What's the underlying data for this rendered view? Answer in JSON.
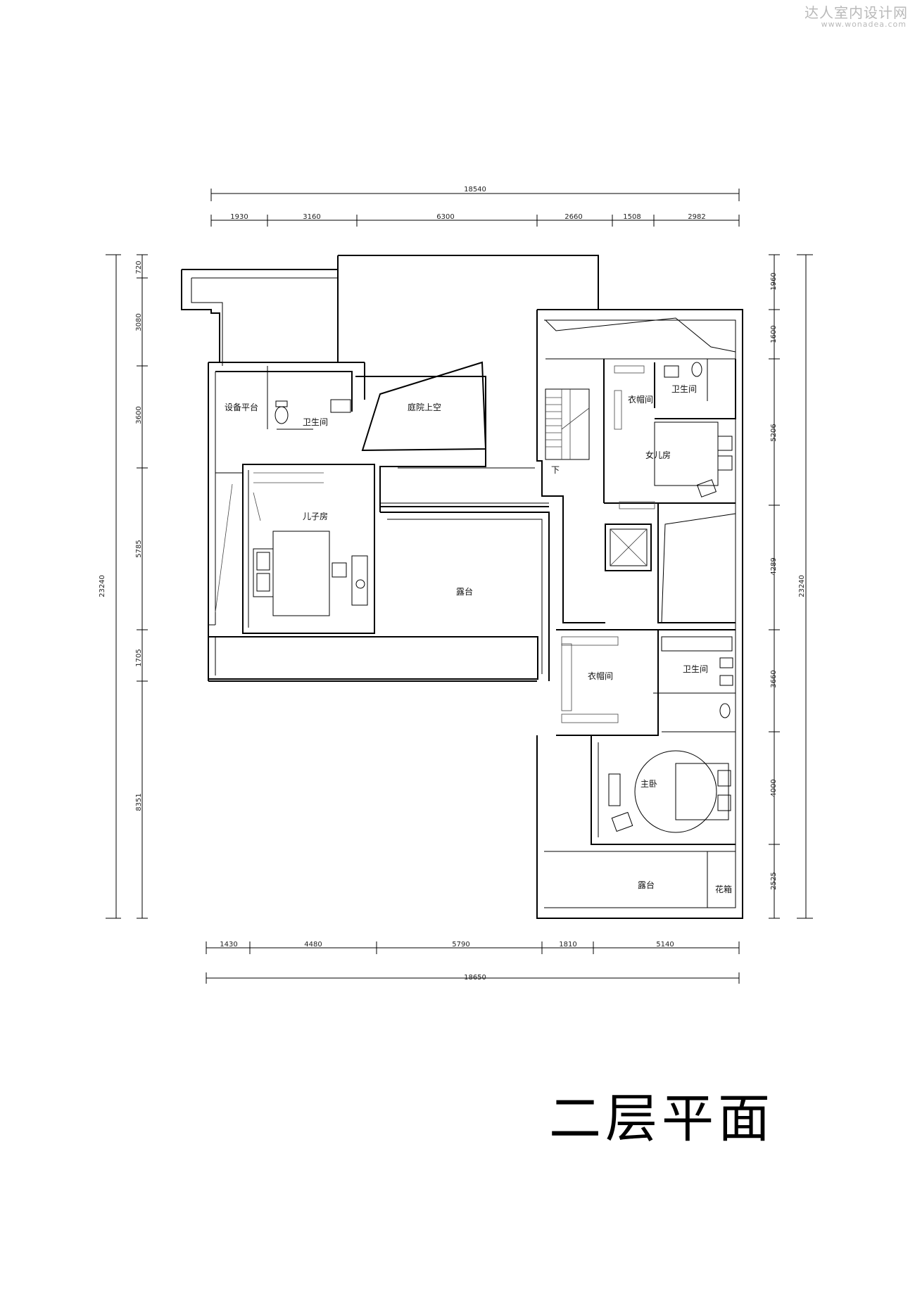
{
  "watermark": {
    "cn": "达人室内设计网",
    "url": "www.wonadea.com"
  },
  "title": "二层平面",
  "rooms": {
    "equipment": "设备平台",
    "bath1": "卫生间",
    "courtyard": "庭院上空",
    "son": "儿子房",
    "terrace1": "露台",
    "closet1": "衣帽间",
    "bath2": "卫生间",
    "daughter": "女儿房",
    "down": "下",
    "closet2": "衣帽间",
    "bath3": "卫生间",
    "master": "主卧",
    "terrace2": "露台",
    "planter": "花箱"
  },
  "dims": {
    "top_total": "18540",
    "top": [
      "1930",
      "3160",
      "6300",
      "2660",
      "1508",
      "2982"
    ],
    "bottom": [
      "1430",
      "4480",
      "5790",
      "1810",
      "5140"
    ],
    "bottom_total": "18650",
    "left": [
      "720",
      "3080",
      "3600",
      "5785",
      "1705",
      "8351"
    ],
    "left_total": "23240",
    "right": [
      "1960",
      "1600",
      "5206",
      "4289",
      "3660",
      "4000",
      "2525"
    ],
    "right_total": "23240"
  }
}
